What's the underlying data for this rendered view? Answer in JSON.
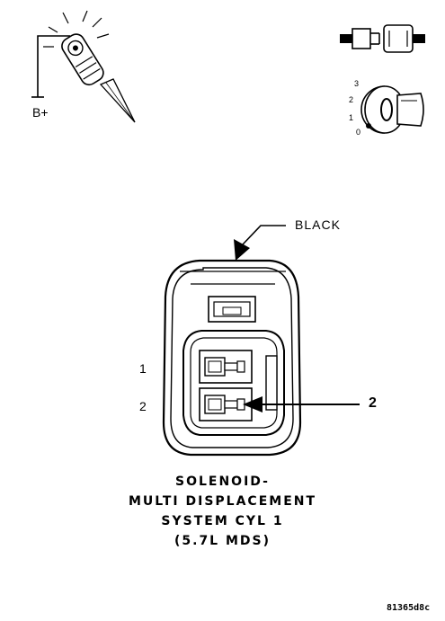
{
  "icons": {
    "test_light": {
      "ground_label": "B+"
    },
    "ignition_key": {
      "positions": [
        "3",
        "2",
        "1",
        "0"
      ]
    }
  },
  "connector": {
    "color_label": "BLACK",
    "pins": [
      "1",
      "2"
    ],
    "callout": "2"
  },
  "title_lines": [
    "SOLENOID-",
    "MULTI DISPLACEMENT",
    "SYSTEM CYL 1",
    "(5.7L MDS)"
  ],
  "figure_code": "81365d8c"
}
